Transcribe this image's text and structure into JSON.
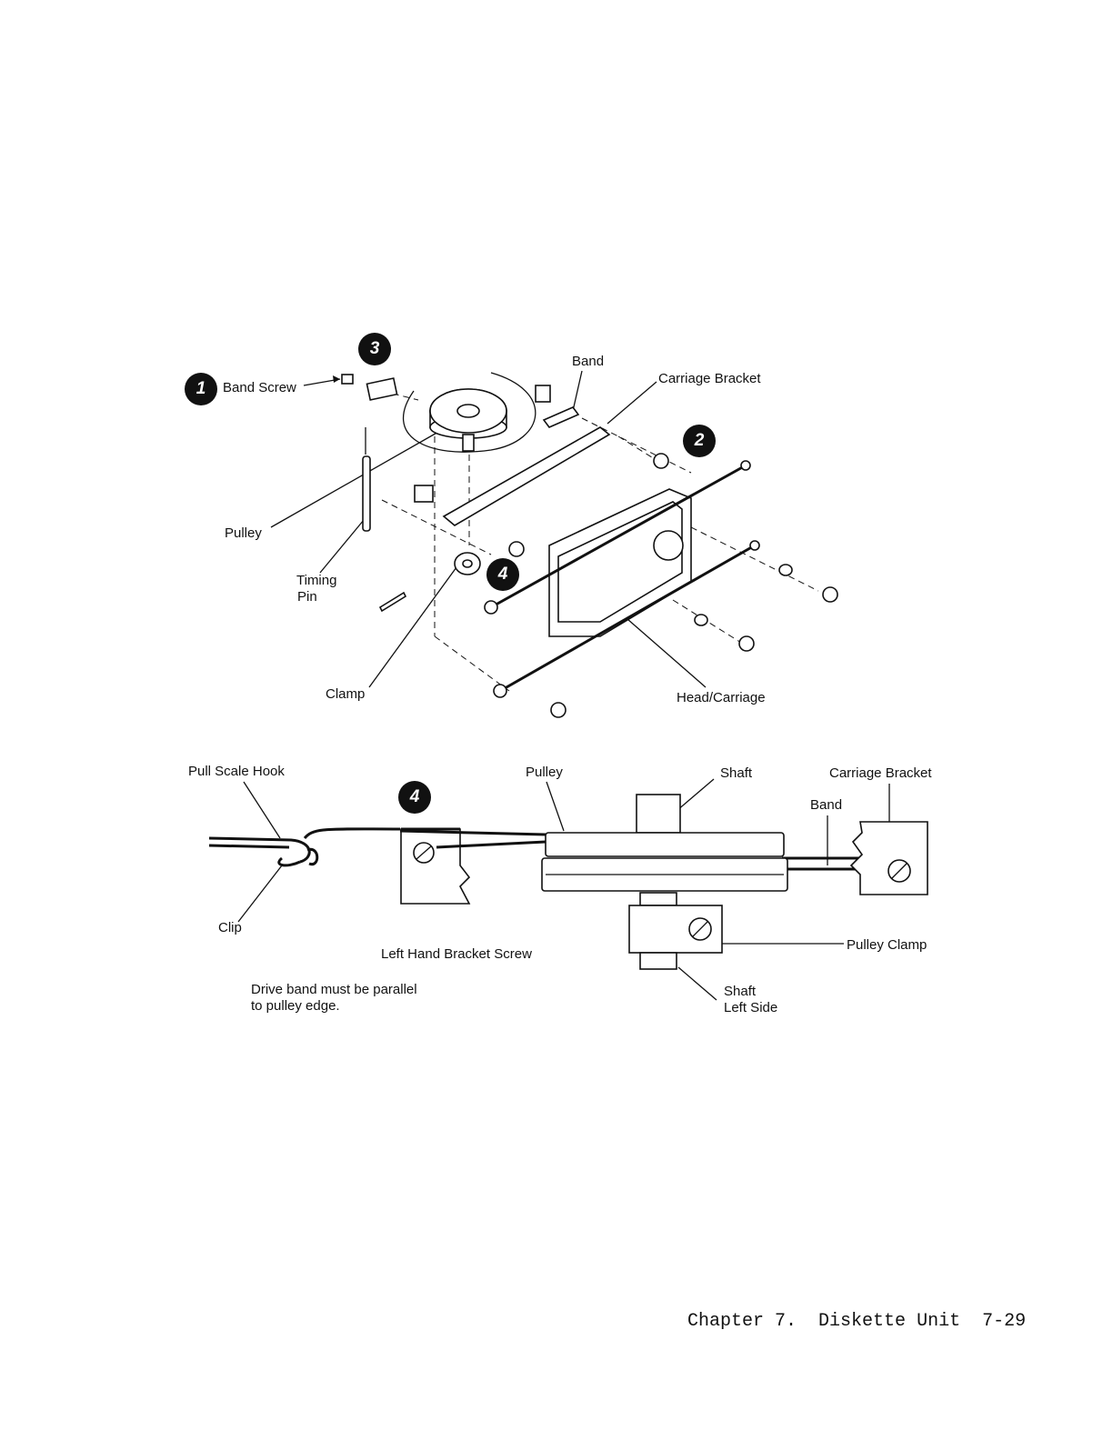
{
  "top_figure": {
    "labels": {
      "band_screw": "Band Screw",
      "band": "Band",
      "carriage_bracket": "Carriage Bracket",
      "pulley": "Pulley",
      "timing": "Timing",
      "pin": "Pin",
      "clamp": "Clamp",
      "head_carriage": "Head/Carriage"
    },
    "callouts": {
      "c1": "1",
      "c2": "2",
      "c3": "3",
      "c4": "4"
    }
  },
  "bottom_figure": {
    "labels": {
      "pull_scale_hook": "Pull Scale Hook",
      "pulley": "Pulley",
      "shaft": "Shaft",
      "carriage_bracket": "Carriage Bracket",
      "band": "Band",
      "clip": "Clip",
      "left_hand_bracket_screw": "Left Hand Bracket Screw",
      "pulley_clamp": "Pulley Clamp",
      "note_line1": "Drive band must be parallel",
      "note_line2": "to pulley edge.",
      "shaft_left_1": "Shaft",
      "shaft_left_2": "Left Side"
    },
    "callouts": {
      "c4": "4"
    }
  },
  "footer": {
    "chapter": "Chapter 7.",
    "title": "Diskette Unit",
    "page": "7-29"
  }
}
